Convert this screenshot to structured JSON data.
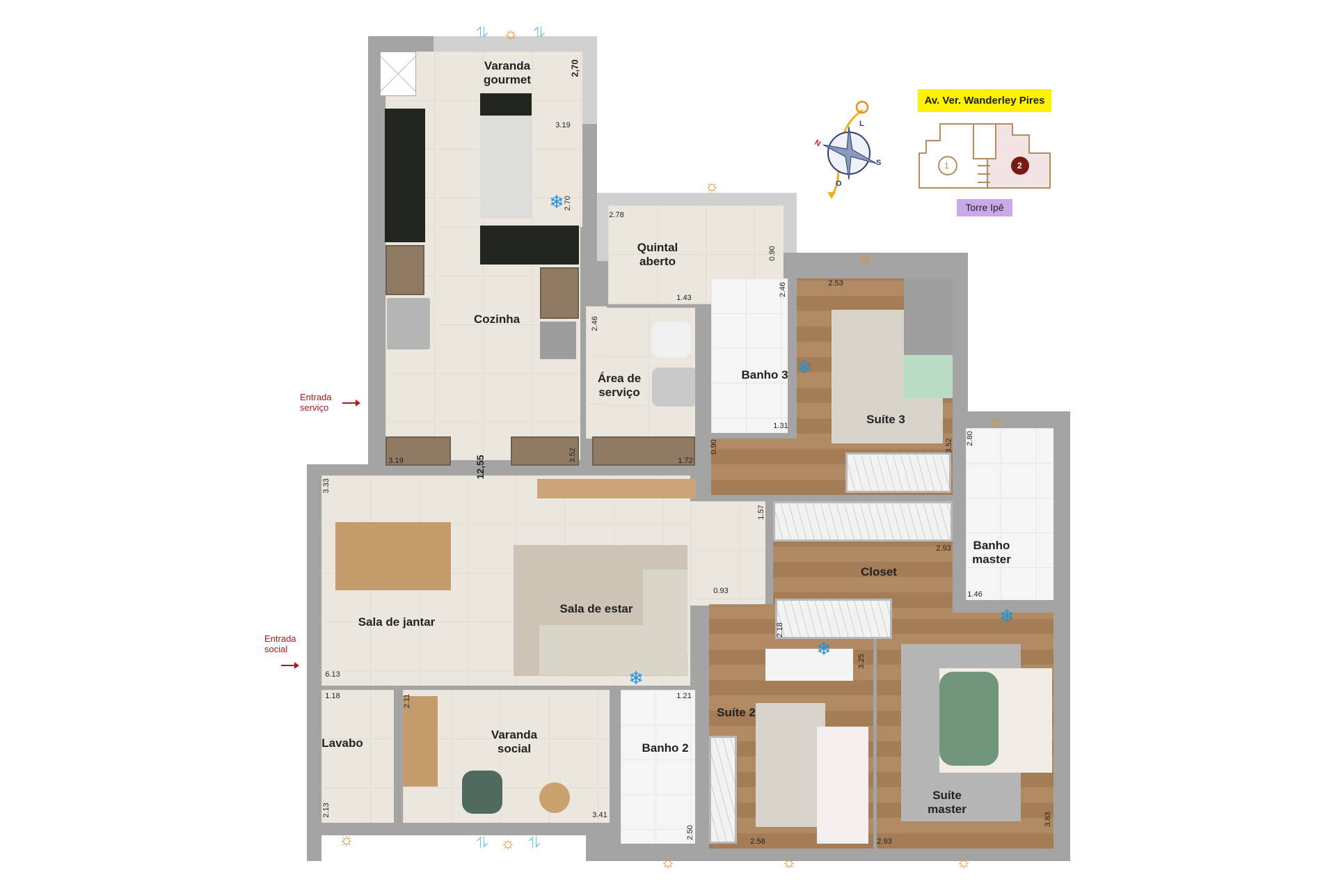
{
  "rooms": {
    "varanda_gourmet": "Varanda\ngourmet",
    "cozinha": "Cozinha",
    "quintal": "Quintal\naberto",
    "area_servico": "Área de\nserviço",
    "banho3": "Banho 3",
    "suite3": "Suíte 3",
    "banho_master": "Banho\nmaster",
    "closet": "Closet",
    "sala_jantar": "Sala de jantar",
    "sala_estar": "Sala de estar",
    "suite2": "Suíte 2",
    "suite_master": "Suíte\nmaster",
    "lavabo": "Lavabo",
    "varanda_social": "Varanda\nsocial",
    "banho2": "Banho 2"
  },
  "dimensions": [
    "2,70",
    "3.19",
    "2.70",
    "2.78",
    "0.90",
    "1.43",
    "2.46",
    "2.46",
    "2.53",
    "1.31",
    "0.90",
    "3.52",
    "2.80",
    "3.19",
    "3.52",
    "1.72",
    "12,55",
    "3.33",
    "1.57",
    "2.93",
    "1.46",
    "0.93",
    "2.18",
    "3.25",
    "6.13",
    "1.18",
    "2.11",
    "1.21",
    "3.41",
    "2.13",
    "2.50",
    "2.58",
    "2.93",
    "3.83"
  ],
  "entrances": {
    "service": "Entrada\nserviço",
    "social": "Entrada\nsocial"
  },
  "legend": {
    "street": "Av. Ver. Wanderley Pires",
    "tower": "Torre Ipê",
    "unit1": "1",
    "unit2": "2",
    "compass": {
      "n": "N",
      "l": "L",
      "s": "S",
      "o": "O"
    }
  },
  "icons": {
    "sun": "sun-icon",
    "ac": "snowflake-icon",
    "ventilation": "wind-icon"
  },
  "colors": {
    "street_bg": "#fff200",
    "tower_bg": "#c9a9e8",
    "highlight_unit": "#7a1a14",
    "entry": "#b2161b",
    "ac": "#1e90e0",
    "sun": "#f08a1c"
  }
}
